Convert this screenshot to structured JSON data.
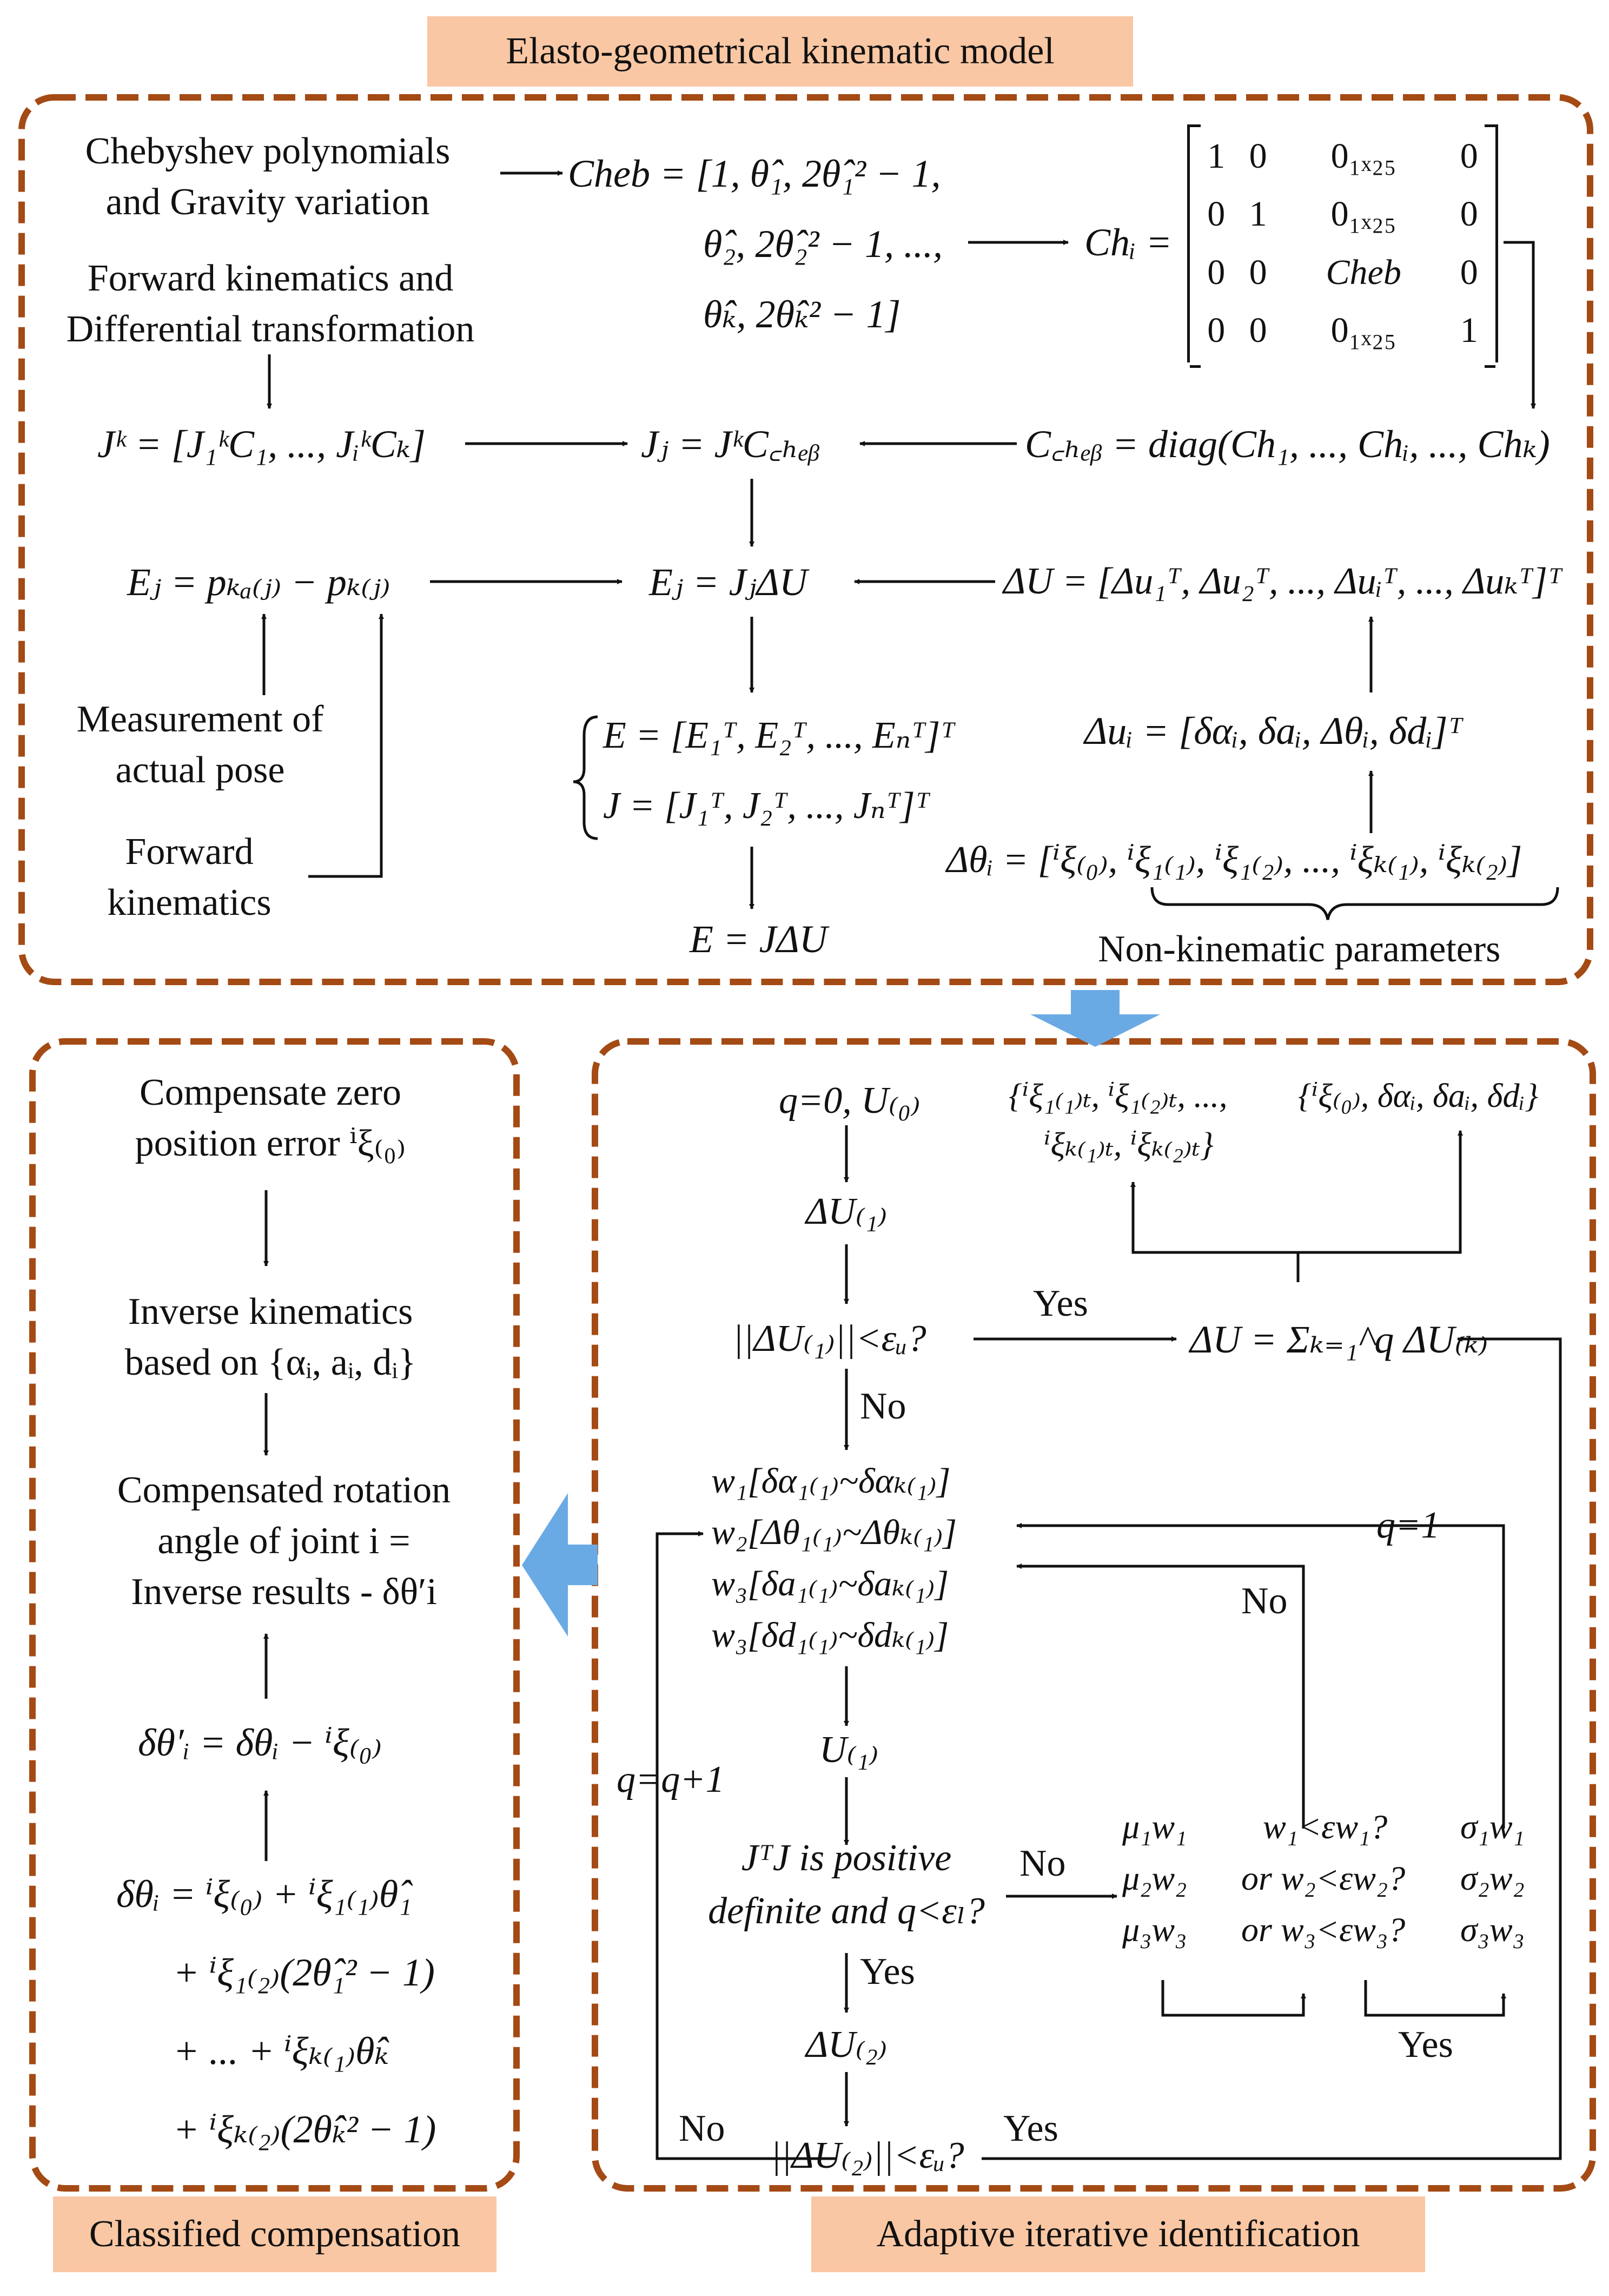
{
  "labels": {
    "top": "Elasto-geometrical kinematic model",
    "bottom_left": "Classified compensation",
    "bottom_right": "Adaptive iterative identification"
  },
  "model": {
    "cheb_line1": "Chebyshev polynomials",
    "cheb_line2": "and Gravity variation",
    "fk_line1": "Forward kinematics and",
    "fk_line2": "Differential transformation",
    "meas_line1": "Measurement of",
    "meas_line2": "actual pose",
    "fwd_line1": "Forward",
    "fwd_line2": "kinematics",
    "nonkin": "Non-kinematic parameters",
    "cheb_eq_line1": "Cheb = [1, θ̂₁, 2θ̂₁² − 1,",
    "cheb_eq_line2": "θ̂₂, 2θ̂₂² − 1, ...,",
    "cheb_eq_line3": "θ̂ₖ, 2θ̂ₖ² − 1]",
    "ch_lhs": "Chᵢ =",
    "ch_matrix": [
      [
        "1",
        "0",
        "0₁ₓ₂₅",
        "0"
      ],
      [
        "0",
        "1",
        "0₁ₓ₂₅",
        "0"
      ],
      [
        "0",
        "0",
        "Cheb",
        "0"
      ],
      [
        "0",
        "0",
        "0₁ₓ₂₅",
        "1"
      ]
    ],
    "jk_eq": "Jᵏ = [J₁ᵏC₁, ..., JᵢᵏCₖ]",
    "jj_eq": "Jⱼ = JᵏC꜀ₕₑᵦ",
    "ccheb_eq": "C꜀ₕₑᵦ = diag(Ch₁, ..., Chᵢ, ..., Chₖ)",
    "ej_eq": "Eⱼ = pₖₐ₍ⱼ₎ − pₖ₍ⱼ₎",
    "ejj_eq": "Eⱼ = JⱼΔU",
    "du_eq": "ΔU = [Δu₁ᵀ, Δu₂ᵀ, ..., Δuᵢᵀ, ..., Δuₖᵀ]ᵀ",
    "e_vec_eq": "E = [E₁ᵀ, E₂ᵀ, ..., Eₙᵀ]ᵀ",
    "j_vec_eq": "J = [J₁ᵀ, J₂ᵀ, ..., Jₙᵀ]ᵀ",
    "dui_eq": "Δuᵢ = [δαᵢ, δaᵢ, Δθᵢ, δdᵢ]ᵀ",
    "dtheta_eq": "Δθᵢ = [ⁱξ₍₀₎, ⁱξ₁₍₁₎, ⁱξ₁₍₂₎, ..., ⁱξₖ₍₁₎, ⁱξₖ₍₂₎]",
    "e_final_eq": "E = JΔU"
  },
  "compensation": {
    "zero_line1": "Compensate zero",
    "zero_line2": "position error ⁱξ₍₀₎",
    "ik_line1": "Inverse kinematics",
    "ik_line2": "based on {αᵢ, aᵢ, dᵢ}",
    "res_line1": "Compensated rotation",
    "res_line2": "angle of joint i =",
    "res_line3": "Inverse results - δθ′i",
    "dtp_eq": "δθ′ᵢ = δθᵢ − ⁱξ₍₀₎",
    "dt_eq1": "δθᵢ = ⁱξ₍₀₎ + ⁱξ₁₍₁₎θ̂₁",
    "dt_eq2": "+ ⁱξ₁₍₂₎(2θ̂₁² − 1)",
    "dt_eq3": "+ ... + ⁱξₖ₍₁₎θ̂ₖ",
    "dt_eq4": "+ ⁱξₖ₍₂₎(2θ̂ₖ² − 1)"
  },
  "identification": {
    "init": "q=0, U₍₀₎",
    "du1": "ΔU₍₁₎",
    "check1": "||ΔU₍₁₎||<εᵤ?",
    "yes1": "Yes",
    "no1": "No",
    "sum_eq": "ΔU = Σₖ₌₁^q ΔU₍ₖ₎",
    "out_left_line1": "{ⁱξ₁₍₁₎ₜ, ⁱξ₁₍₂₎ₜ, ...,",
    "out_left_line2": "ⁱξₖ₍₁₎ₜ, ⁱξₖ₍₂₎ₜ}",
    "out_right": "{ⁱξ₍₀₎, δαᵢ, δaᵢ, δdᵢ}",
    "w1": "w₁[δα₁₍₁₎~δαₖ₍₁₎]",
    "w2": "w₂[Δθ₁₍₁₎~Δθₖ₍₁₎]",
    "w3a": "w₃[δa₁₍₁₎~δaₖ₍₁₎]",
    "w3b": "w₃[δd₁₍₁₎~δdₖ₍₁₎]",
    "q1": "q=1",
    "no_mid": "No",
    "u1": "U₍₁₎",
    "qinc": "q=q+1",
    "pd_line1": "JᵀJ is positive",
    "pd_line2": "definite and q<εₗ?",
    "no_pd": "No",
    "yes_pd": "Yes",
    "mu1": "μ₁w₁",
    "mu2": "μ₂w₂",
    "mu3": "μ₃w₃",
    "cond1": "w₁<εw₁?",
    "cond2": "or w₂<εw₂?",
    "cond3": "or w₃<εw₃?",
    "sig1": "σ₁w₁",
    "sig2": "σ₂w₂",
    "sig3": "σ₃w₃",
    "yes_bottom": "Yes",
    "du2": "ΔU₍₂₎",
    "check2": "||ΔU₍₂₎||<εᵤ?",
    "no2": "No",
    "yes2": "Yes"
  },
  "colors": {
    "border": "#a44a14",
    "label_bg": "#f9c7a3",
    "big_arrow": "#6aaae4"
  }
}
